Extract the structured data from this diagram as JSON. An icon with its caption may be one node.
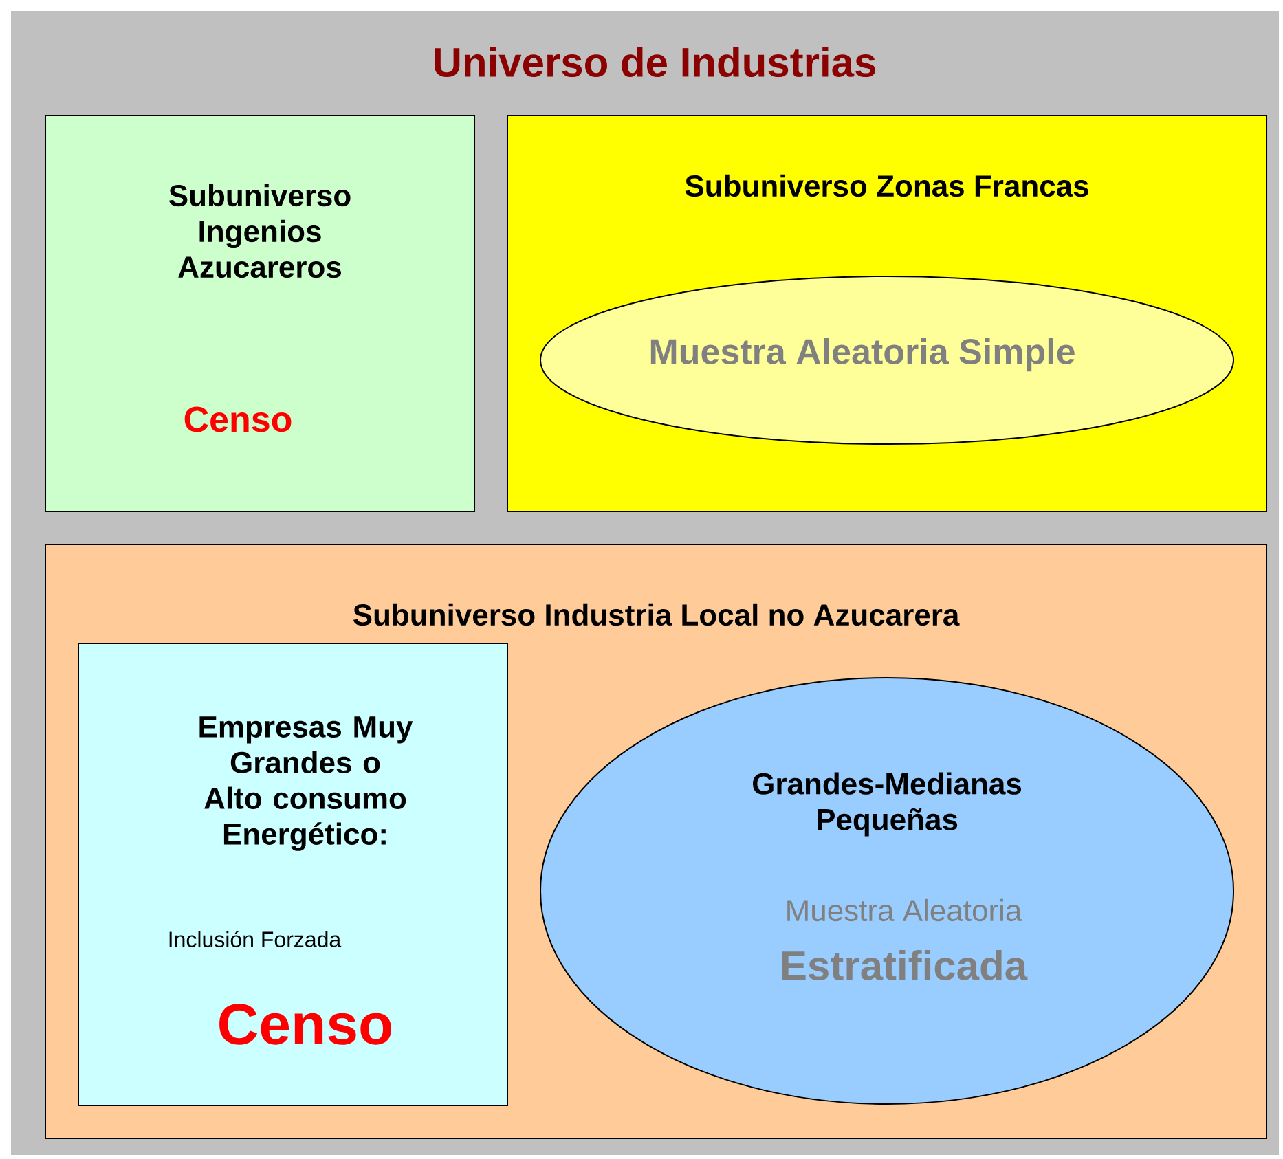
{
  "diagram": {
    "nodes": [
      {
        "text": [
          "Universo de Industrias"
        ]
      },
      {
        "text": [
          "Subuniverso Ingenios Azucareros",
          "Censo"
        ],
        "in": 0
      },
      {
        "text": [
          "Subuniverso Zonas Francas"
        ],
        "in": 0
      },
      {
        "text": [
          "Muestra Aleatoria Simple"
        ],
        "in": 2
      },
      {
        "text": [
          "Subuniverso Industria Local no Azucarera"
        ],
        "in": 0
      },
      {
        "text": [
          "Empresas Muy Grandes o Alto consumo Energético:",
          "Inclusión Forzada",
          "Censo"
        ],
        "in": 4
      },
      {
        "text": [
          "Grandes-Medianas Pequeñas",
          "Muestra Aleatoria",
          "Estratificada"
        ],
        "in": 4
      }
    ]
  }
}
